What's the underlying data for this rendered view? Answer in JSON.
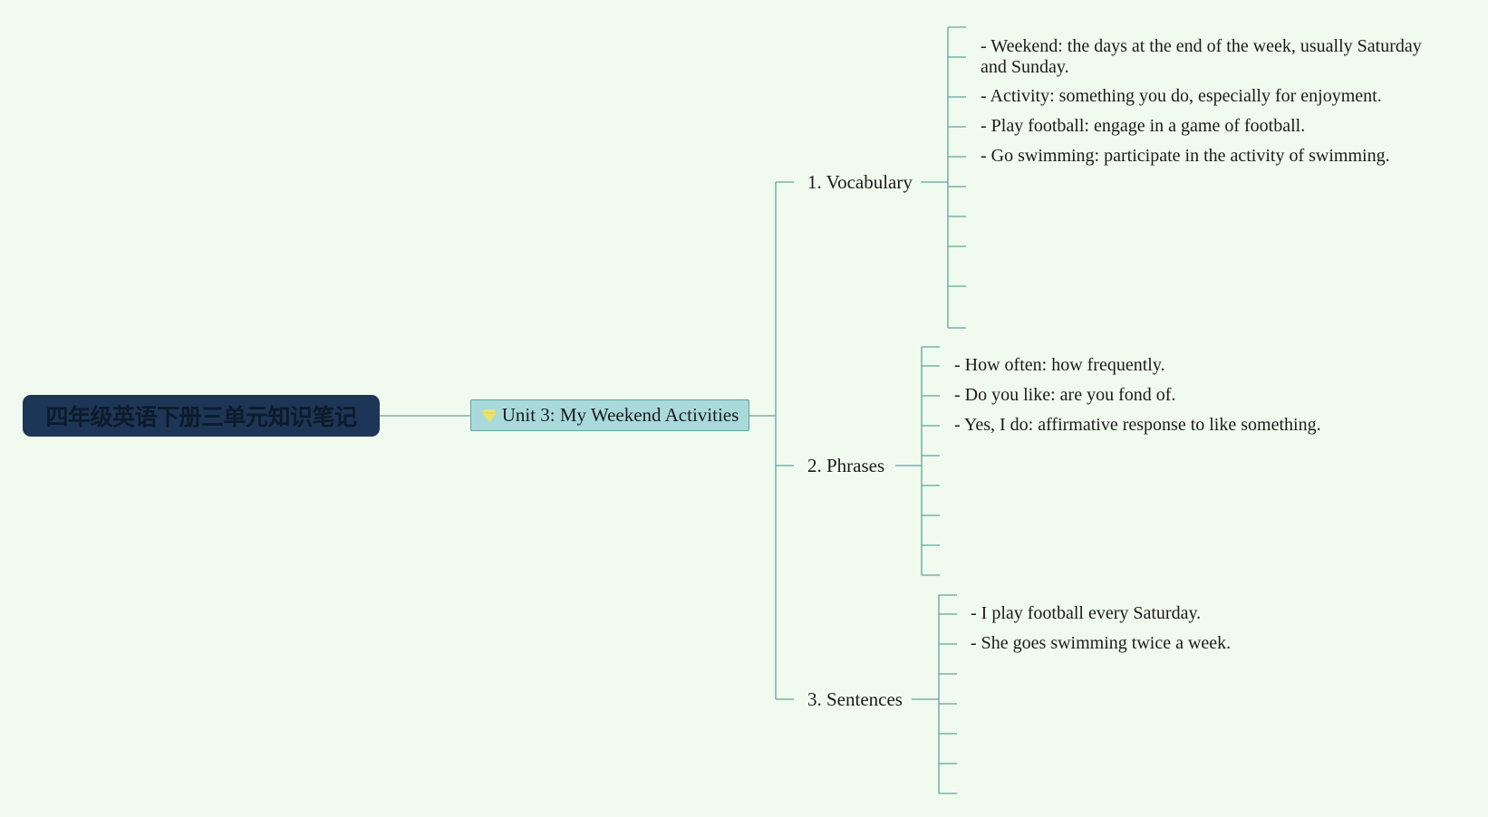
{
  "root": {
    "title": "四年级英语下册三单元知识笔记"
  },
  "central": {
    "label": "Unit 3: My Weekend Activities",
    "icon": "diamond-icon"
  },
  "branches": [
    {
      "label": "1. Vocabulary",
      "items": [
        "- Weekend: the days at the end of the week, usually Saturday and Sunday.",
        "- Activity: something you do, especially for enjoyment.",
        "- Play football: engage in a game of football.",
        "- Go swimming: participate in the activity of swimming."
      ]
    },
    {
      "label": "2. Phrases",
      "items": [
        "- How often: how frequently.",
        "- Do you like: are you fond of.",
        "- Yes, I do: affirmative response to like something."
      ]
    },
    {
      "label": "3. Sentences",
      "items": [
        "- I play football every Saturday.",
        "- She goes swimming twice a week."
      ]
    }
  ],
  "colors": {
    "background": "#f1faee",
    "root_fill": "#1d3557",
    "central_fill": "#a8dadc",
    "connector": "#5fa3a0",
    "icon": "#e9e36a"
  }
}
